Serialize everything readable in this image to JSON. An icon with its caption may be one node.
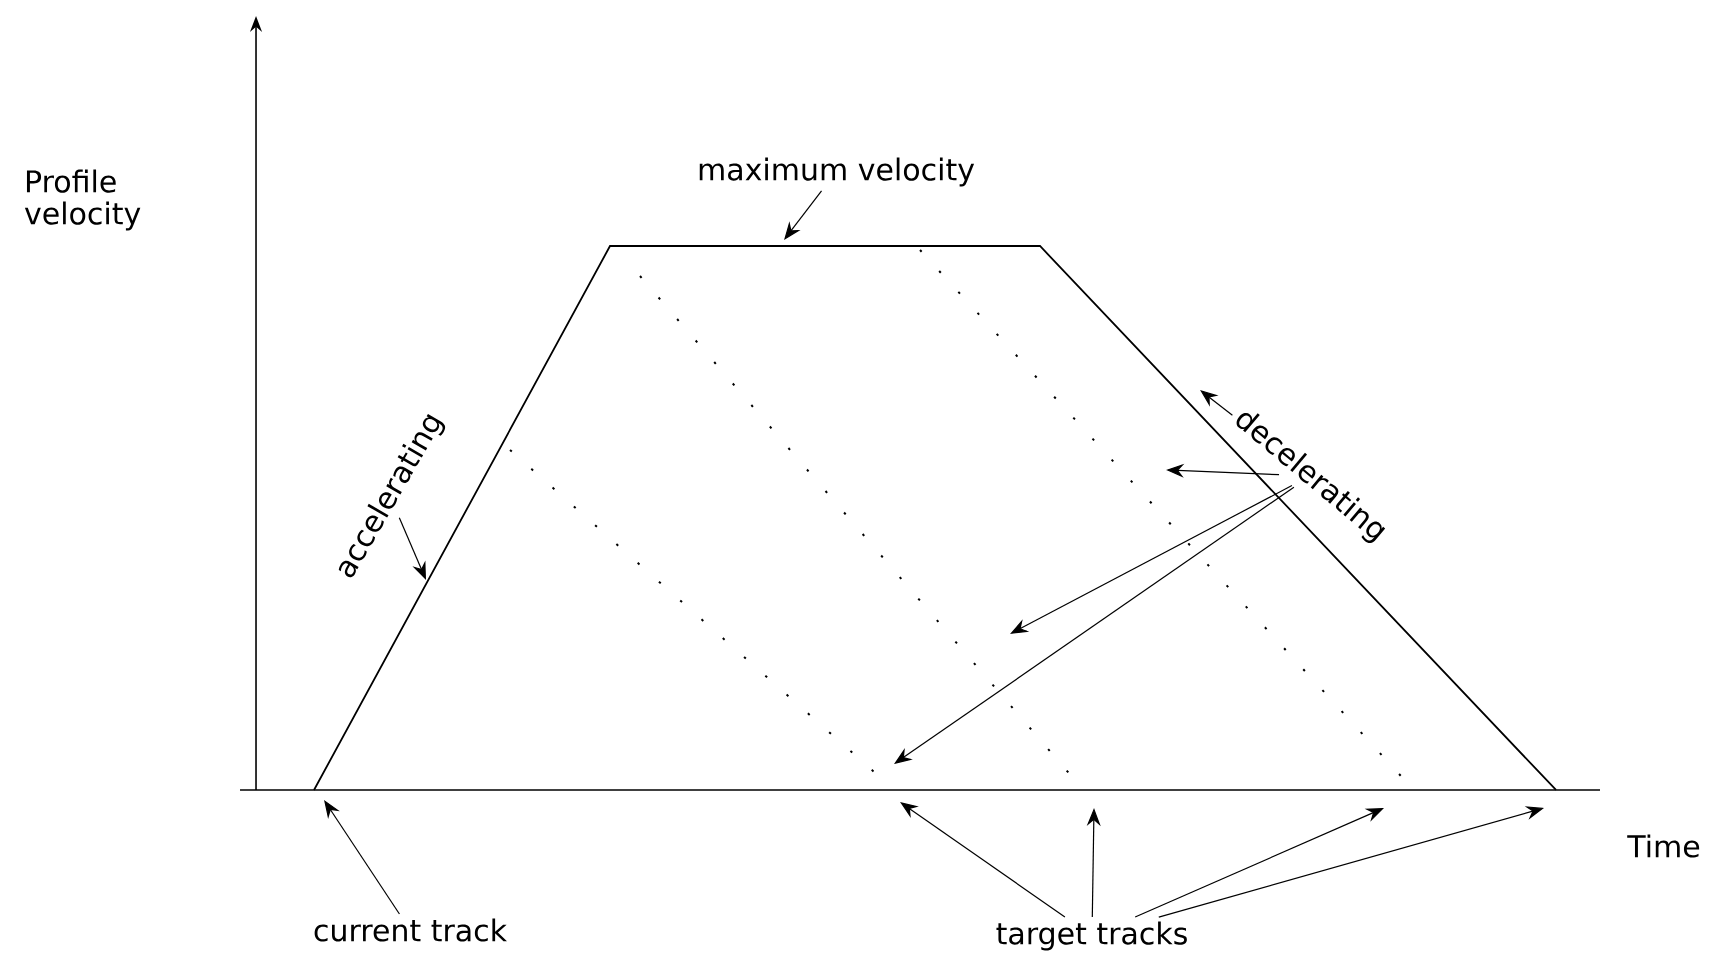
{
  "diagram": {
    "nodes": [
      {
        "text": [
          "maximum velocity"
        ]
      },
      {
        "text": [
          "accelerating"
        ]
      },
      {
        "text": [
          "decelerating"
        ]
      },
      {
        "text": [
          "current track"
        ]
      },
      {
        "text": [
          "target tracks"
        ]
      }
    ],
    "edges": [
      {
        "from": 0,
        "to": null,
        "arrow": "to"
      },
      {
        "from": 1,
        "to": null,
        "arrow": "to"
      },
      {
        "from": 2,
        "to": null,
        "arrow": "to"
      },
      {
        "from": 2,
        "to": null,
        "arrow": "to"
      },
      {
        "from": 2,
        "to": null,
        "arrow": "to"
      },
      {
        "from": 2,
        "to": null,
        "arrow": "to"
      },
      {
        "from": 3,
        "to": null,
        "arrow": "to"
      },
      {
        "from": 4,
        "to": null,
        "arrow": "to"
      },
      {
        "from": 4,
        "to": null,
        "arrow": "to"
      },
      {
        "from": 4,
        "to": null,
        "arrow": "to"
      },
      {
        "from": 4,
        "to": null,
        "arrow": "to"
      }
    ],
    "labels": [
      "Profile velocity",
      "Time"
    ]
  }
}
